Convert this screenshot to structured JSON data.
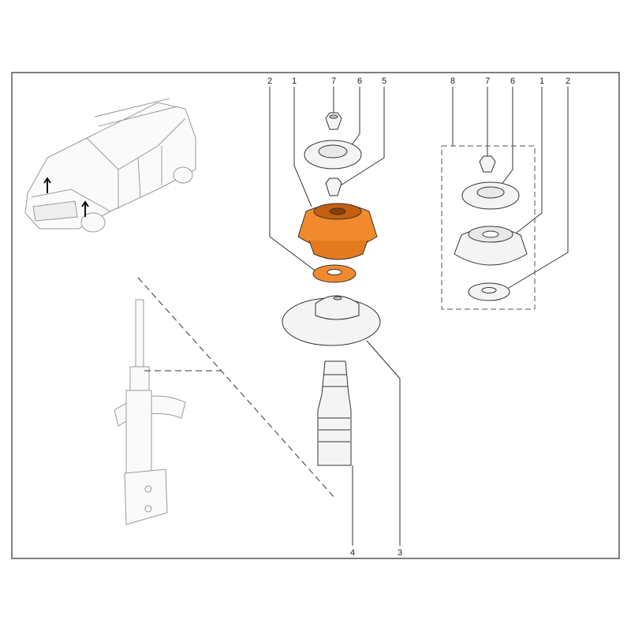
{
  "colors": {
    "highlight": "#f08a2c",
    "highlight_dark": "#c55f10",
    "frame": "#555555",
    "line": "#333333"
  },
  "labels": {
    "top_center": [
      "2",
      "1",
      "7",
      "6",
      "5"
    ],
    "top_right": [
      "8",
      "7",
      "6",
      "1",
      "2"
    ],
    "bottom": [
      "4",
      "3"
    ]
  }
}
